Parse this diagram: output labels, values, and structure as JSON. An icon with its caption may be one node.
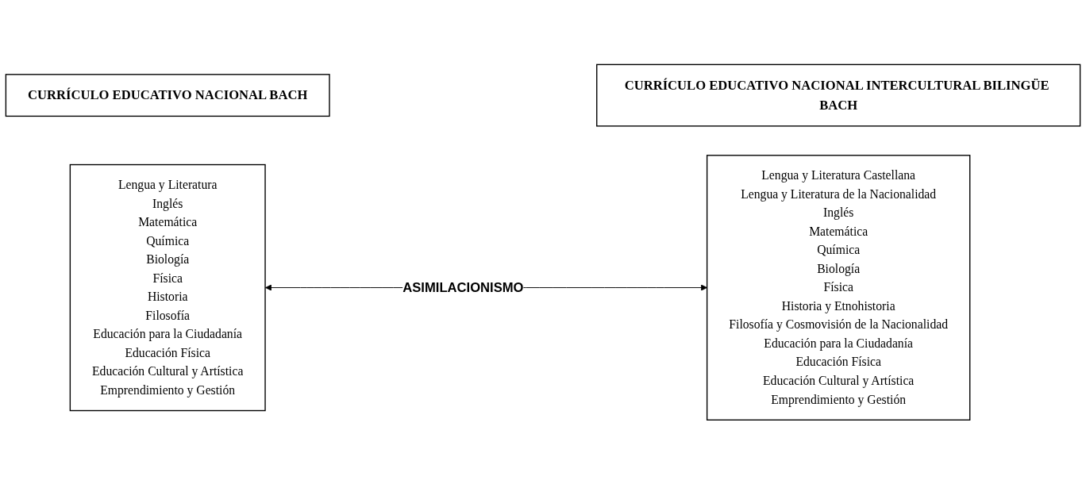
{
  "diagram": {
    "nodes": [
      {
        "text": [
          "CURRÍCULO EDUCATIVO NACIONAL BACH"
        ]
      },
      {
        "text": [
          "CURRÍCULO EDUCATIVO NACIONAL INTERCULTURAL BILINGÜE BACH"
        ]
      },
      {
        "text": [
          "Lengua y Literatura",
          "Inglés",
          "Matemática",
          "Química",
          "Biología",
          "Física",
          "Historia",
          "Filosofía",
          "Educación para la Ciudadanía",
          "Educación Física",
          "Educación Cultural y Artística",
          "Emprendimiento y Gestión"
        ]
      },
      {
        "text": [
          "Lengua y Literatura Castellana",
          "Lengua y Literatura de la Nacionalidad",
          "Inglés",
          "Matemática",
          "Química",
          "Biología",
          "Física",
          "Historia y Etnohistoria",
          "Filosofía y Cosmovisión de la Nacionalidad",
          "Educación para la Ciudadanía",
          "Educación Física",
          "Educación Cultural y Artística",
          "Emprendimiento y Gestión"
        ]
      }
    ],
    "edges": [
      {
        "from": 2,
        "to": 3,
        "arrow": "both",
        "label": "ASIMILACIONISMO"
      }
    ]
  }
}
